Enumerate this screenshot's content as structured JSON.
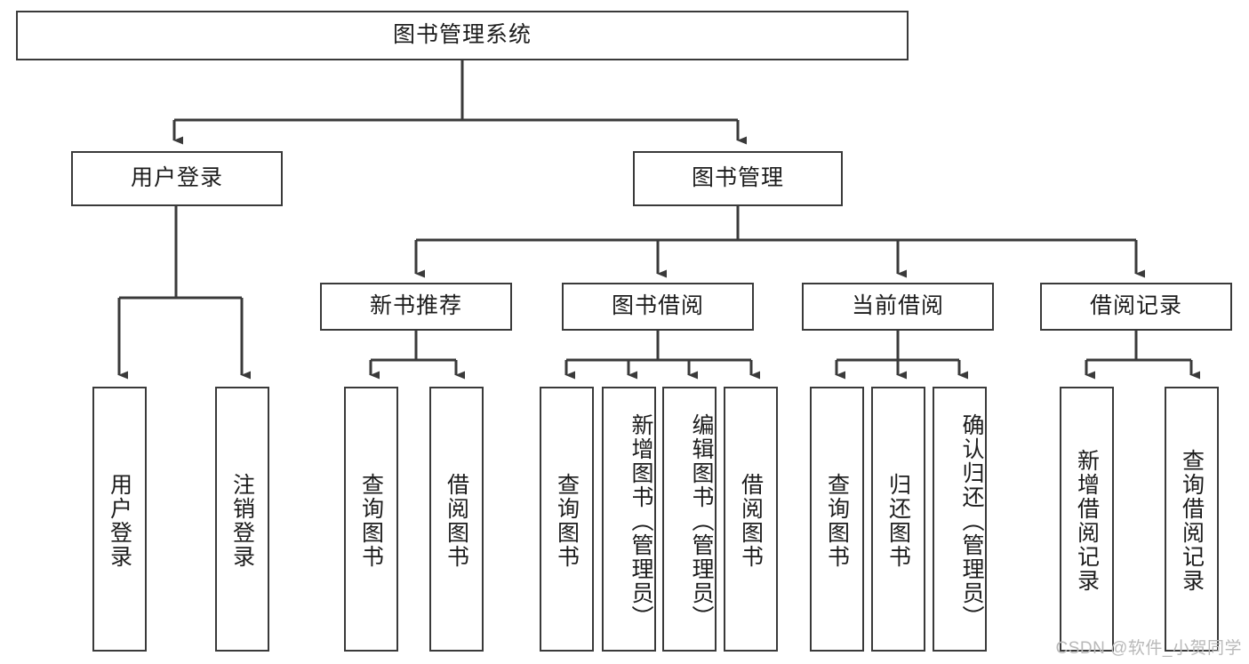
{
  "diagram": {
    "type": "tree-hierarchy",
    "title": "图书管理系统",
    "watermark": "CSDN @软件_小贺同学",
    "colors": {
      "stroke": "#3a3a3a",
      "fill": "#ffffff",
      "text": "#1c1c1c",
      "watermark": "#b9b9b9"
    },
    "nodes": {
      "root": {
        "label": "图书管理系统",
        "level": 0,
        "orientation": "horizontal"
      },
      "level1": [
        {
          "id": "user-login",
          "label": "用户登录",
          "orientation": "horizontal"
        },
        {
          "id": "book-manage",
          "label": "图书管理",
          "orientation": "horizontal"
        }
      ],
      "level2": [
        {
          "id": "new-book-recommend",
          "label": "新书推荐",
          "parent": "book-manage",
          "orientation": "horizontal"
        },
        {
          "id": "book-borrow",
          "label": "图书借阅",
          "parent": "book-manage",
          "orientation": "horizontal"
        },
        {
          "id": "current-borrow",
          "label": "当前借阅",
          "parent": "book-manage",
          "orientation": "horizontal"
        },
        {
          "id": "borrow-record",
          "label": "借阅记录",
          "parent": "book-manage",
          "orientation": "horizontal"
        }
      ],
      "leaves": [
        {
          "id": "leaf-user-login",
          "label": "用户登录",
          "parent": "user-login",
          "orientation": "vertical"
        },
        {
          "id": "leaf-user-logout",
          "label": "注销登录",
          "parent": "user-login",
          "orientation": "vertical"
        },
        {
          "id": "leaf-query-book-1",
          "label": "查询图书",
          "parent": "new-book-recommend",
          "orientation": "vertical"
        },
        {
          "id": "leaf-borrow-book-1",
          "label": "借阅图书",
          "parent": "new-book-recommend",
          "orientation": "vertical"
        },
        {
          "id": "leaf-query-book-2",
          "label": "查询图书",
          "parent": "book-borrow",
          "orientation": "vertical"
        },
        {
          "id": "leaf-add-book",
          "label": "新增图书（管理员）",
          "parent": "book-borrow",
          "orientation": "vertical"
        },
        {
          "id": "leaf-edit-book",
          "label": "编辑图书（管理员）",
          "parent": "book-borrow",
          "orientation": "vertical"
        },
        {
          "id": "leaf-borrow-book-2",
          "label": "借阅图书",
          "parent": "book-borrow",
          "orientation": "vertical"
        },
        {
          "id": "leaf-query-book-3",
          "label": "查询图书",
          "parent": "current-borrow",
          "orientation": "vertical"
        },
        {
          "id": "leaf-return-book",
          "label": "归还图书",
          "parent": "current-borrow",
          "orientation": "vertical"
        },
        {
          "id": "leaf-confirm-return",
          "label": "确认归还（管理员）",
          "parent": "current-borrow",
          "orientation": "vertical"
        },
        {
          "id": "leaf-add-record",
          "label": "新增借阅记录",
          "parent": "borrow-record",
          "orientation": "vertical"
        },
        {
          "id": "leaf-query-record",
          "label": "查询借阅记录",
          "parent": "borrow-record",
          "orientation": "vertical"
        }
      ]
    }
  }
}
